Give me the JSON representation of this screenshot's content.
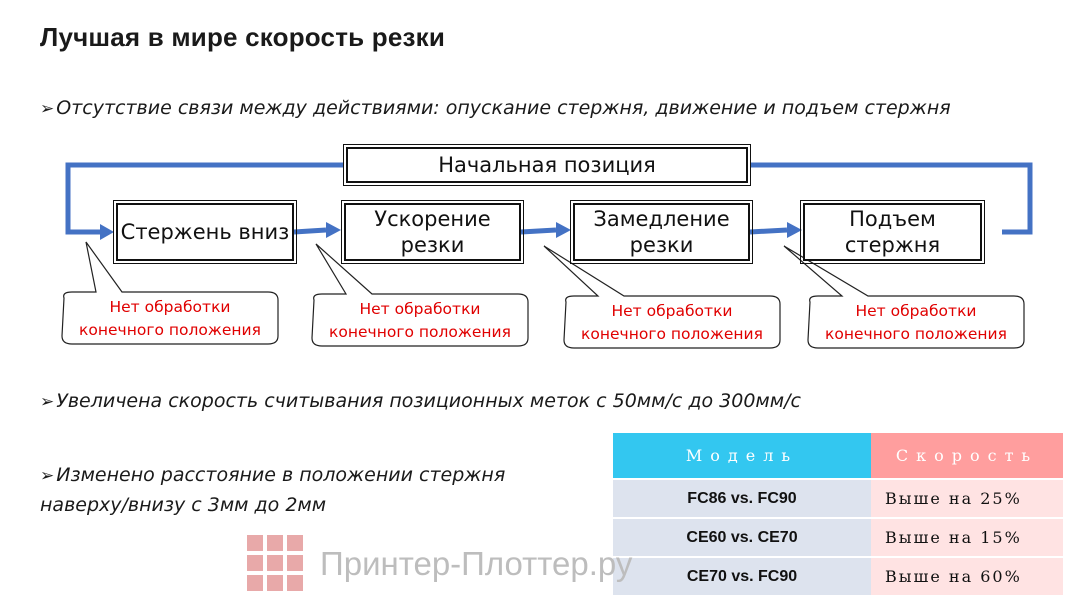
{
  "title": "Лучшая в мире скорость резки",
  "bullets": {
    "mark": "➢",
    "b1": "Отсутствие связи между действиями: опускание стержня, движение и подъем стержня",
    "b2": "Увеличена скорость считывания позиционных меток с 50мм/с до 300мм/с",
    "b3_line1": "Изменено расстояние в положении стержня",
    "b3_line2": "наверху/внизу с 3мм до 2мм"
  },
  "flow": {
    "start": "Начальная позиция",
    "steps": [
      {
        "line1": "Стержень вниз",
        "line2": ""
      },
      {
        "line1": "Ускорение",
        "line2": "резки"
      },
      {
        "line1": "Замедление",
        "line2": "резки"
      },
      {
        "line1": "Подъем стержня",
        "line2": ""
      }
    ],
    "callout_line1": "Нет обработки",
    "callout_line2": "конечного положения",
    "arrow_color": "#4472c4",
    "callout_text_color": "#e00000"
  },
  "table": {
    "header_model": "Модель",
    "header_speed": "Скорость",
    "rows": [
      {
        "model": "FC86 vs. FC90",
        "speed": "Выше на 25%"
      },
      {
        "model": "CE60 vs. CE70",
        "speed": "Выше на 15%"
      },
      {
        "model": "CE70 vs. FC90",
        "speed": "Выше на 60%"
      }
    ],
    "colors": {
      "model_header": "#33c7f0",
      "speed_header": "#ff9e9e",
      "model_cell": "#dde3ee",
      "speed_cell": "#ffe3e3"
    }
  },
  "watermark": {
    "logo": "printer-plotter-logo",
    "text": "Принтер-Плоттер.ру"
  }
}
